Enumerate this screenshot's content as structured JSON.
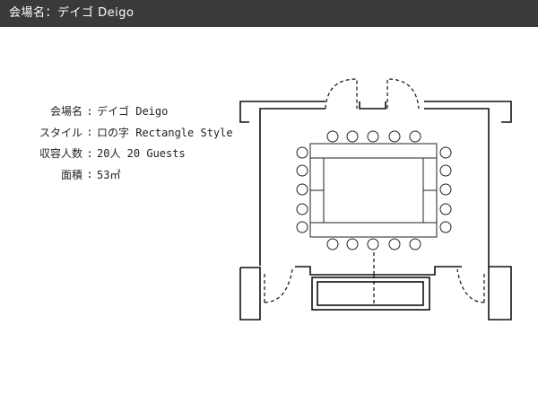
{
  "header": {
    "title": "会場名：デイゴ Deigo"
  },
  "info": [
    {
      "label": "会場名",
      "sep": ":",
      "value": "デイゴ Deigo"
    },
    {
      "label": "スタイル",
      "sep": ":",
      "value": "ロの字 Rectangle Style"
    },
    {
      "label": "収容人数",
      "sep": ":",
      "value": "20人 20 Guests"
    },
    {
      "label": "面積",
      "sep": ":",
      "value": "53㎡"
    }
  ],
  "floorplan": {
    "style": "rectangle",
    "chairs": 20
  }
}
